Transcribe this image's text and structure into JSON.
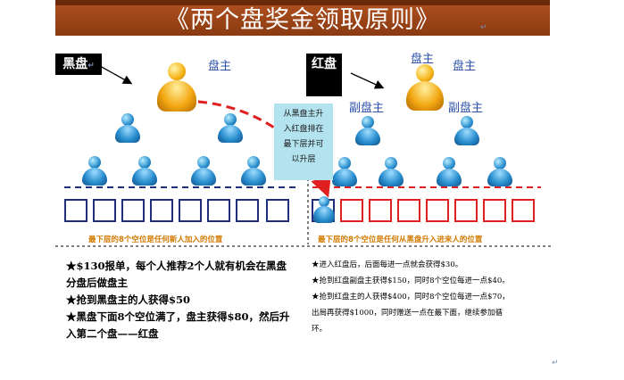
{
  "header": {
    "title": "《两个盘奖金领取原则》"
  },
  "black_plate": {
    "badge": "黑盘",
    "owner_label": "盘主",
    "note": "最下层的8个空位是任何新人加入的位置"
  },
  "red_plate": {
    "badge": "红盘",
    "owner_label": "盘主",
    "deputy_label": "副盘主",
    "note": "最下层的8个空位是任何从黑盘升入进来人的位置"
  },
  "callout": {
    "lines": [
      "从黑盘主升",
      "入红盘排在",
      "最下层并可",
      "以升层"
    ]
  },
  "bullets_left": [
    "★$130报单，每个人推荐2个人就有机会在黑盘",
    "分盘后做盘主",
    "★抢到黑盘主的人获得$50",
    "★黑盘下面8个空位满了，盘主获得$80，然后升",
    "入第二个盘——红盘"
  ],
  "bullets_right": [
    "★进入红盘后，后面每进一点就会获得$30。",
    "★抢到红盘副盘主获得$150，同时8个空位每进一点$40。",
    "★抢到红盘主的人获得$400，同时8个空位每进一点$70，",
    "出局再获得$1000，同时赠送一点在最下面，继续参加循",
    "环。"
  ],
  "colors": {
    "banner": "#a0461a",
    "blue": "#1f2e7a",
    "red": "#e02020",
    "note": "#d17a00",
    "callout": "#b3e3ee"
  }
}
